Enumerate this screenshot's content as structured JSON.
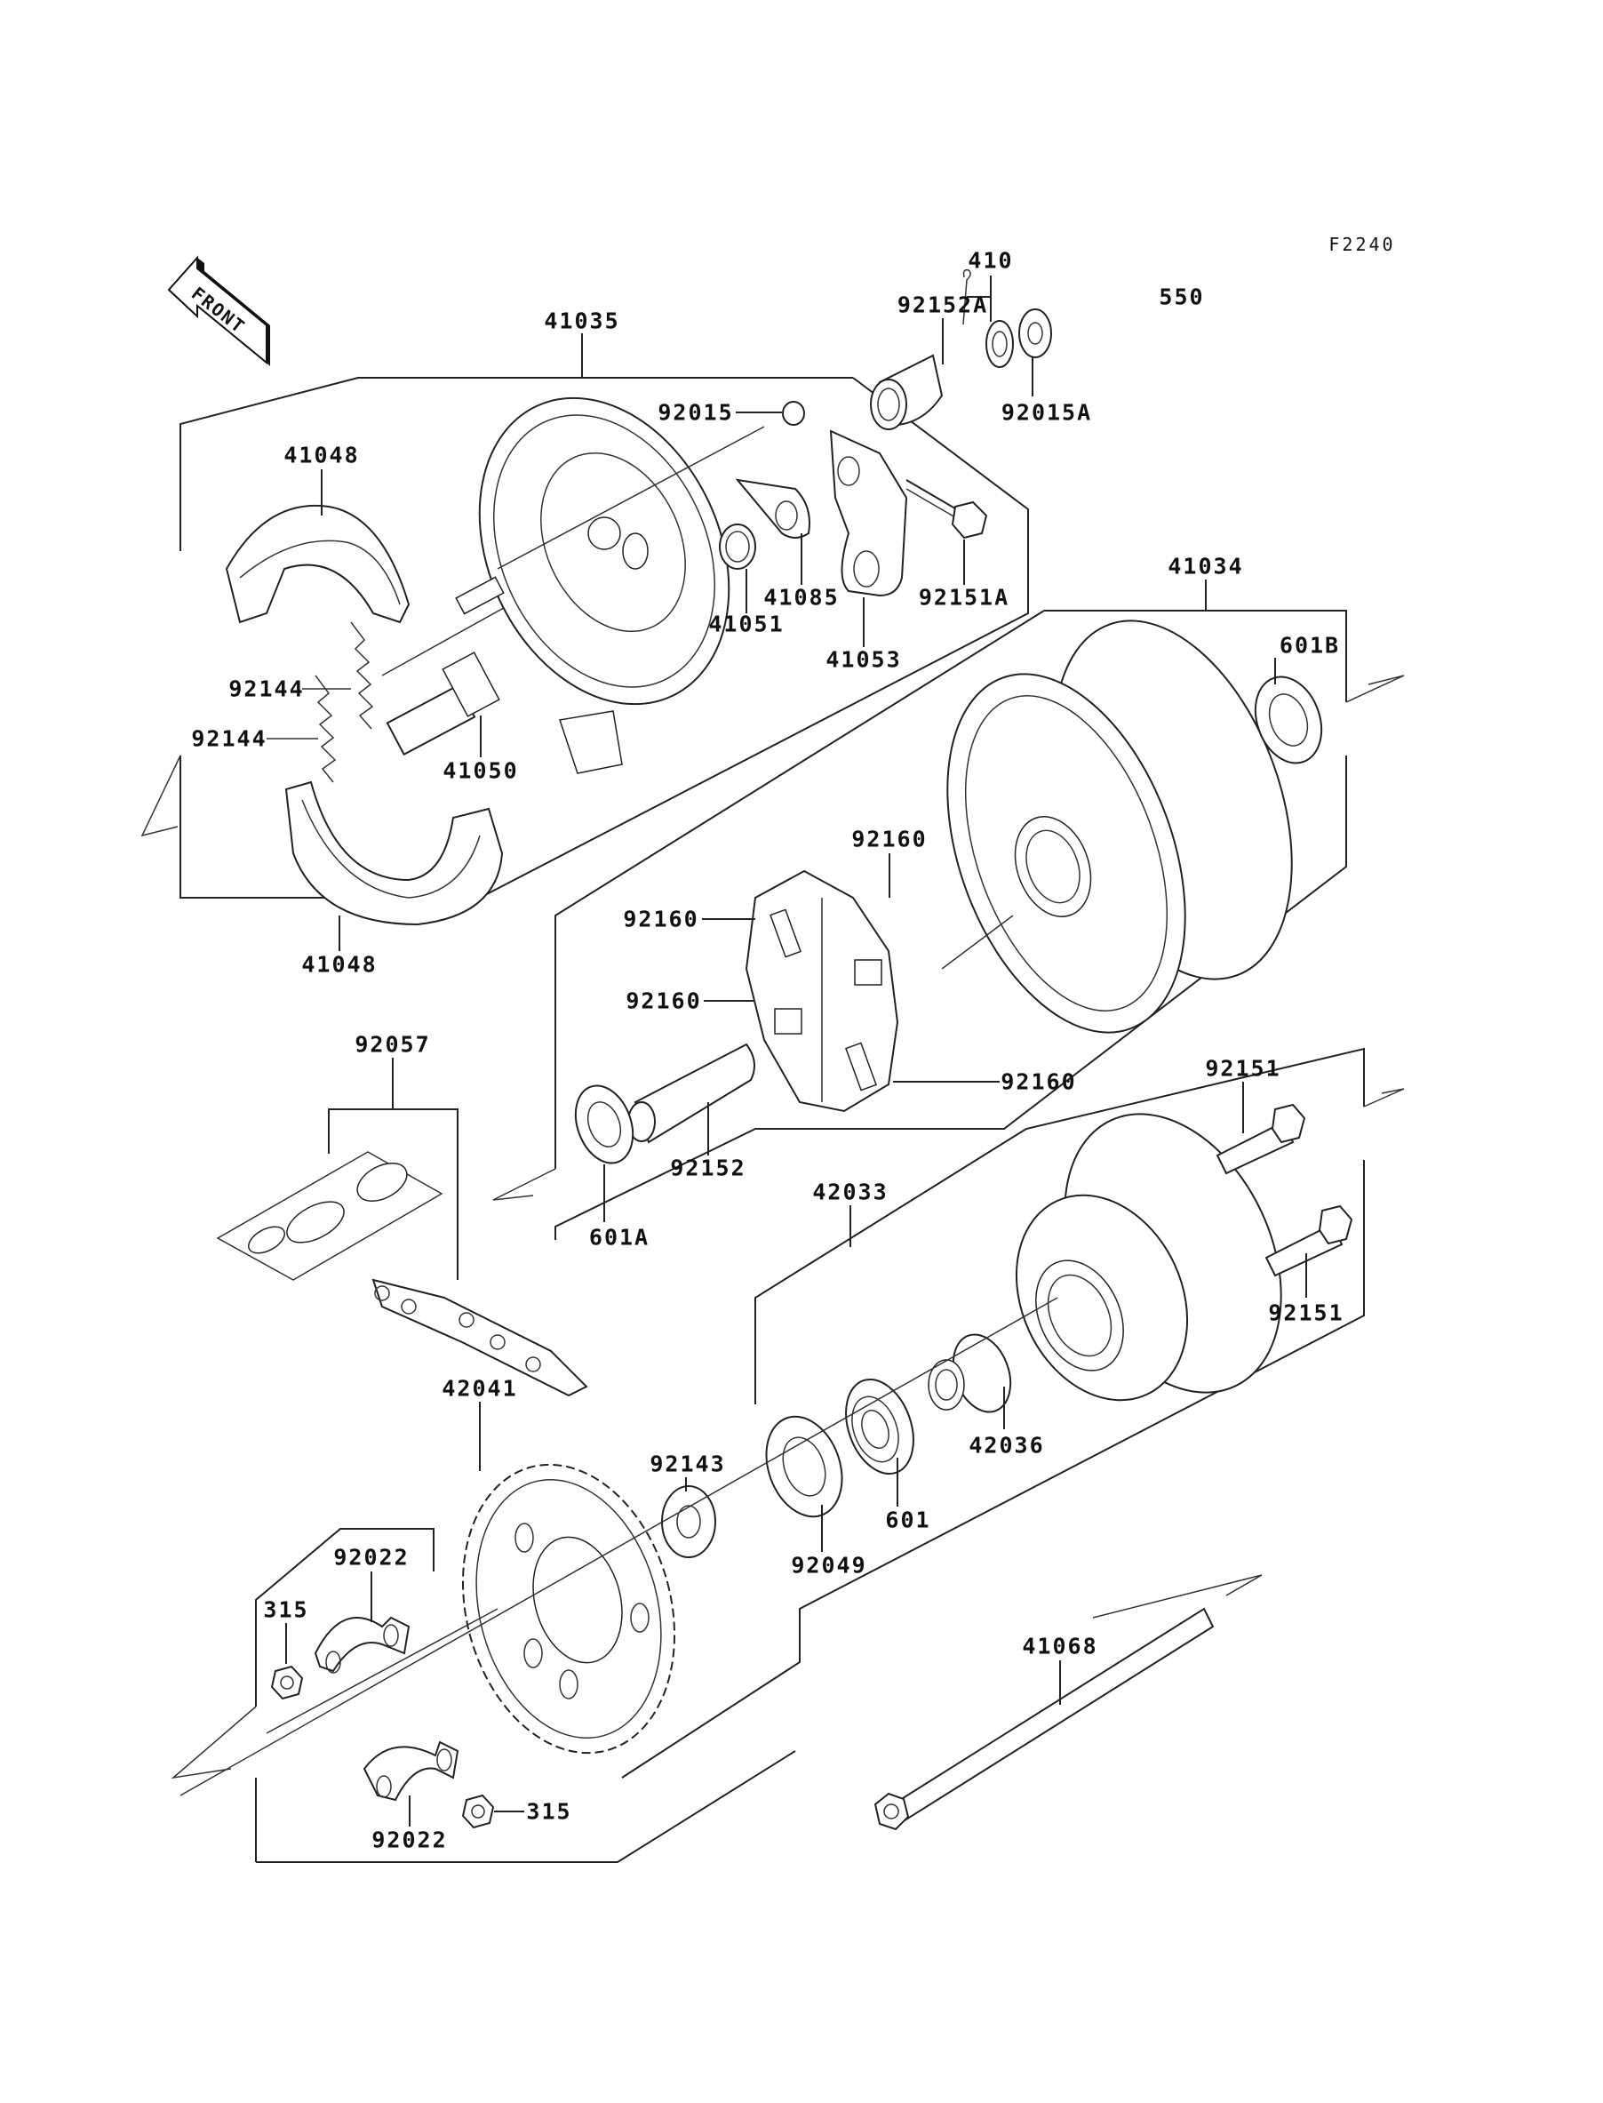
{
  "diagram": {
    "title": "Rear Hub / Brake / Sprocket Exploded View",
    "figure_code": "F2240",
    "front_arrow_label": "FRONT",
    "labels": [
      {
        "id": "410",
        "text": "410"
      },
      {
        "id": "550",
        "text": "550"
      },
      {
        "id": "92152A",
        "text": "92152A"
      },
      {
        "id": "41035",
        "text": "41035"
      },
      {
        "id": "92015",
        "text": "92015"
      },
      {
        "id": "92015A",
        "text": "92015A"
      },
      {
        "id": "41048-top",
        "text": "41048"
      },
      {
        "id": "41085",
        "text": "41085"
      },
      {
        "id": "92151A",
        "text": "92151A"
      },
      {
        "id": "41051",
        "text": "41051"
      },
      {
        "id": "41053",
        "text": "41053"
      },
      {
        "id": "41034",
        "text": "41034"
      },
      {
        "id": "601B",
        "text": "601B"
      },
      {
        "id": "92144-a",
        "text": "92144"
      },
      {
        "id": "92144-b",
        "text": "92144"
      },
      {
        "id": "41050",
        "text": "41050"
      },
      {
        "id": "92160-top",
        "text": "92160"
      },
      {
        "id": "92160-left-upper",
        "text": "92160"
      },
      {
        "id": "92160-left-lower",
        "text": "92160"
      },
      {
        "id": "92160-right",
        "text": "92160"
      },
      {
        "id": "41048-bottom",
        "text": "41048"
      },
      {
        "id": "92057",
        "text": "92057"
      },
      {
        "id": "92151-top",
        "text": "92151"
      },
      {
        "id": "92152",
        "text": "92152"
      },
      {
        "id": "42033",
        "text": "42033"
      },
      {
        "id": "601A",
        "text": "601A"
      },
      {
        "id": "92151-right",
        "text": "92151"
      },
      {
        "id": "42041",
        "text": "42041"
      },
      {
        "id": "42036",
        "text": "42036"
      },
      {
        "id": "92143",
        "text": "92143"
      },
      {
        "id": "601",
        "text": "601"
      },
      {
        "id": "92049",
        "text": "92049"
      },
      {
        "id": "92022-top",
        "text": "92022"
      },
      {
        "id": "315-left",
        "text": "315"
      },
      {
        "id": "41068",
        "text": "41068"
      },
      {
        "id": "315-right",
        "text": "315"
      },
      {
        "id": "92022-bottom",
        "text": "92022"
      }
    ]
  }
}
